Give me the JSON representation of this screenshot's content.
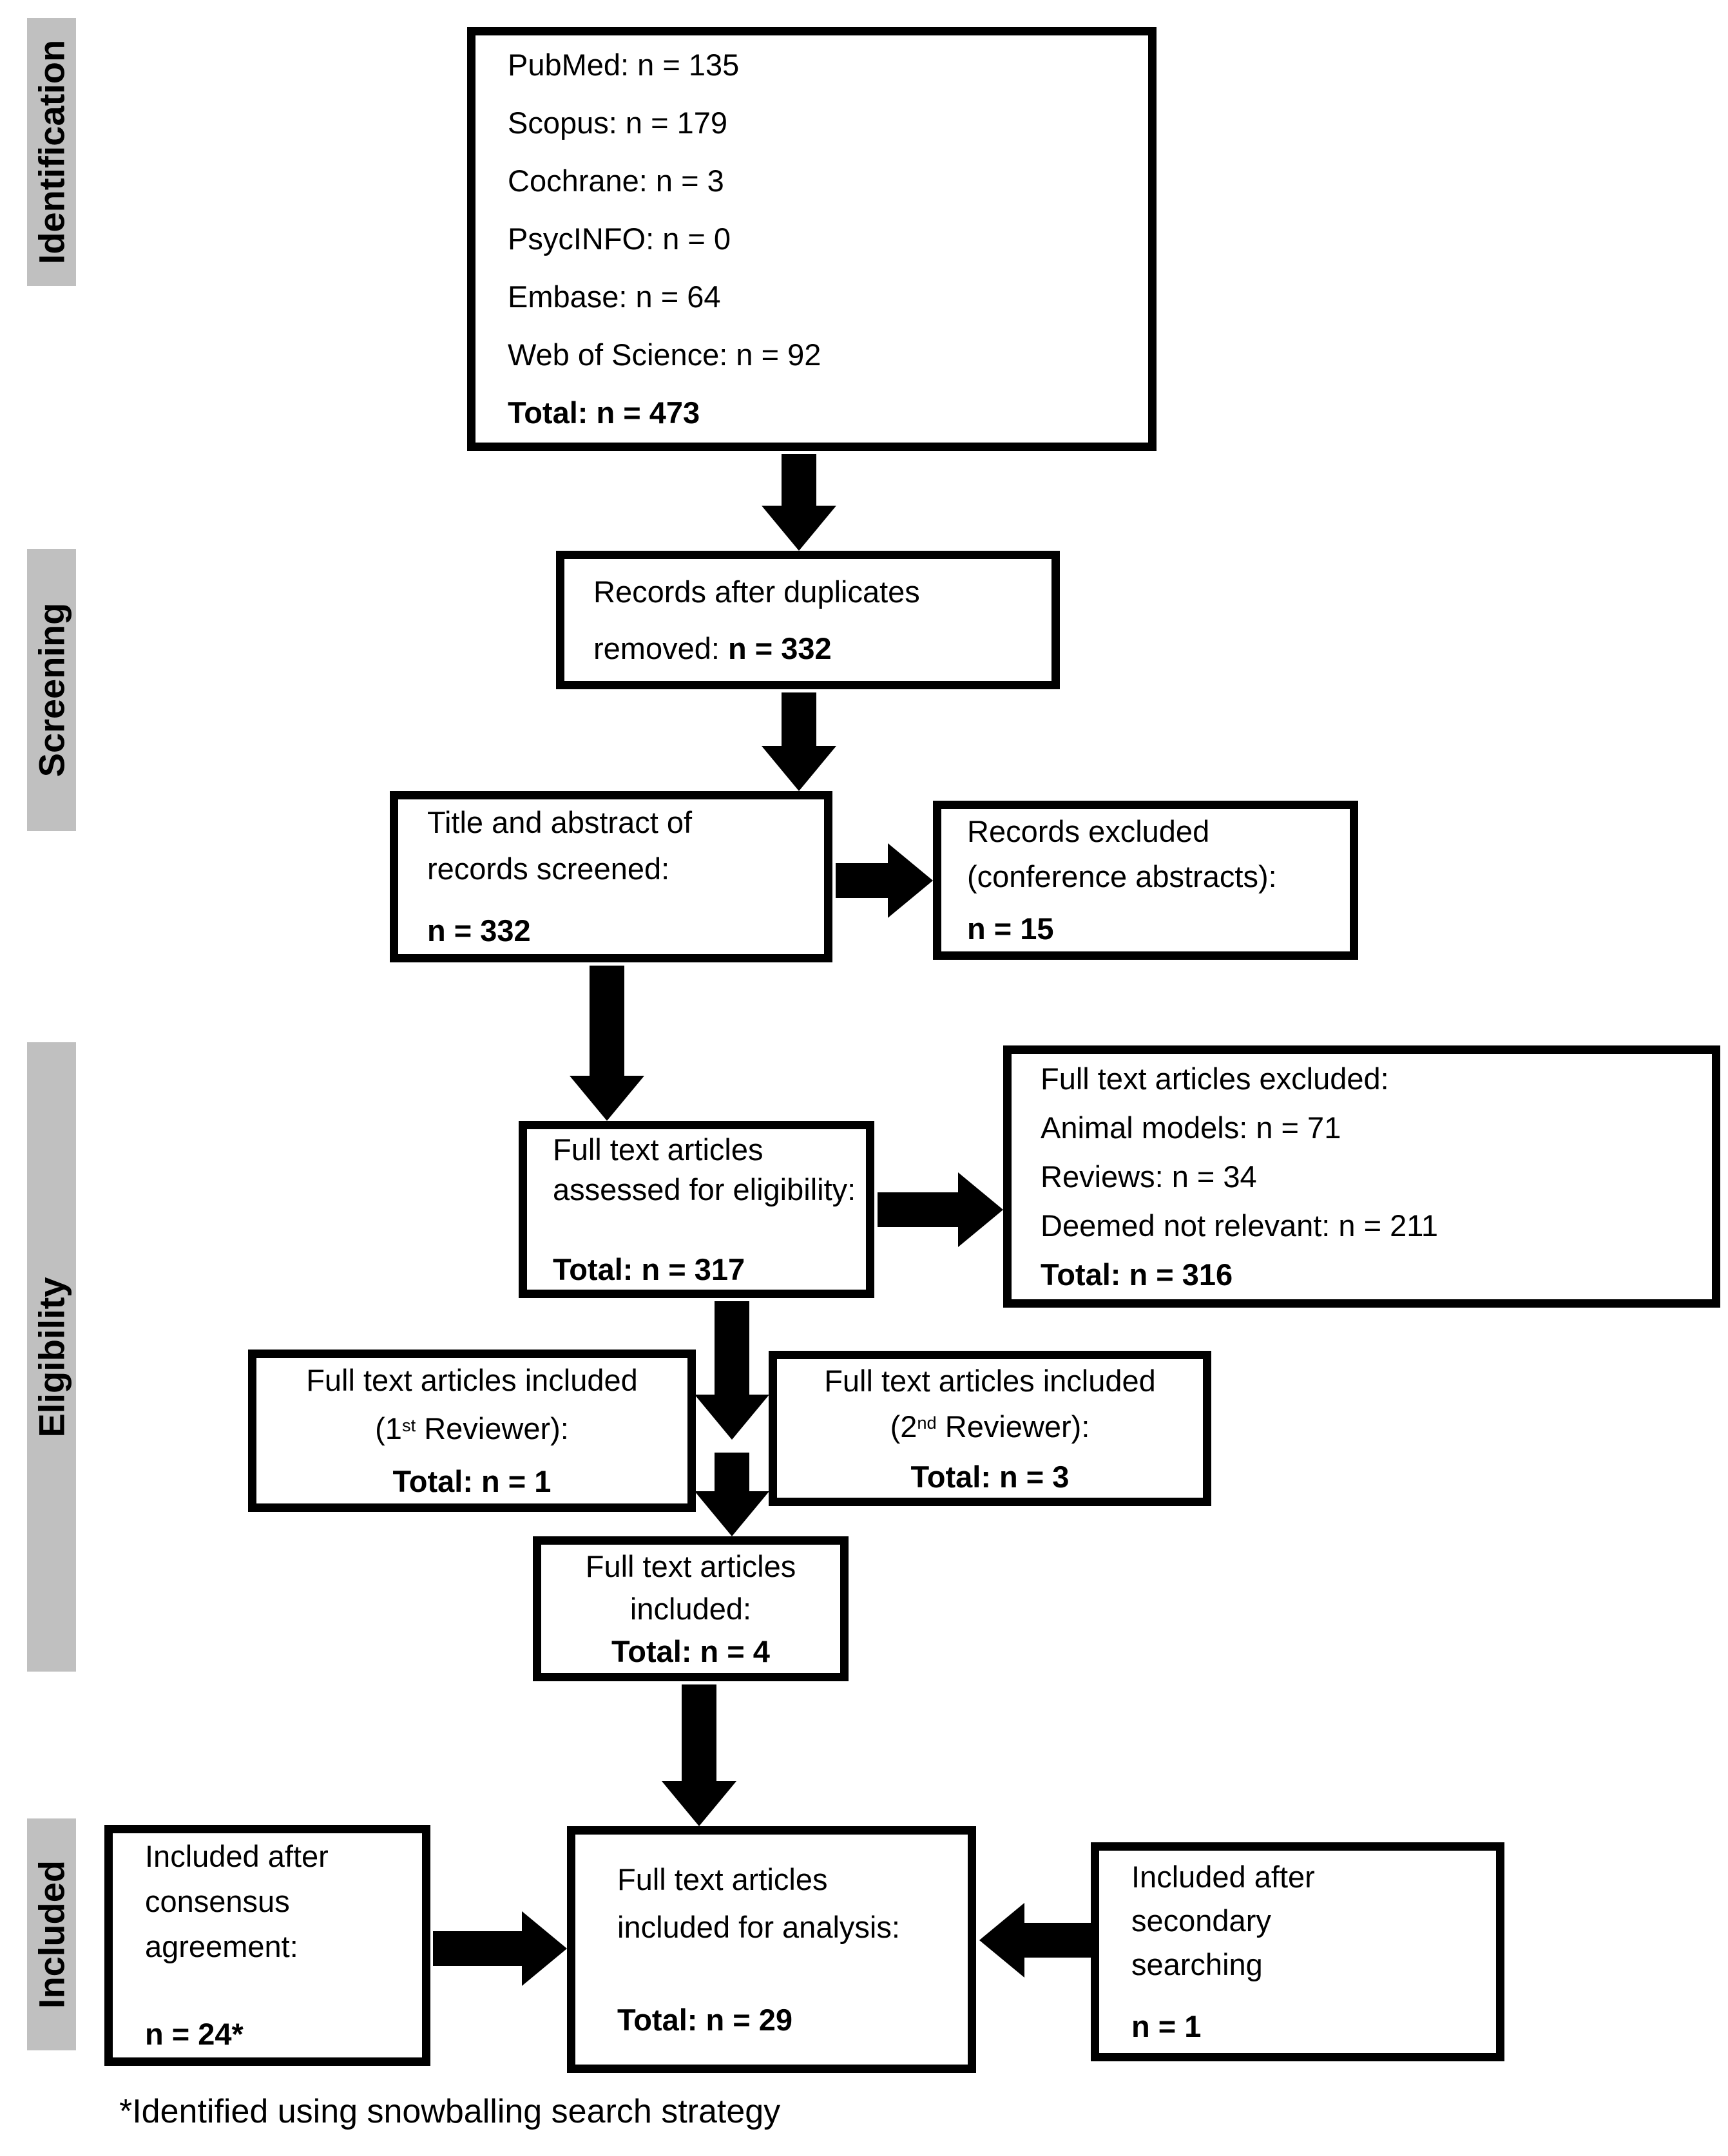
{
  "colors": {
    "background": "#ffffff",
    "phase_bar_bg": "#c0c0c0",
    "box_border": "#000000",
    "text": "#000000",
    "arrow": "#000000"
  },
  "sidebar": {
    "items": [
      {
        "label": "Identification"
      },
      {
        "label": "Screening"
      },
      {
        "label": "Eligibility"
      },
      {
        "label": "Included"
      }
    ]
  },
  "boxes": {
    "sources": {
      "lines": [
        "PubMed: n = 135",
        "Scopus: n = 179",
        "Cochrane: n = 3",
        "PsycINFO: n = 0",
        "Embase: n = 64",
        "Web of Science: n = 92"
      ],
      "total_bold": "Total: n = 473"
    },
    "duplicates": {
      "line1": "Records after duplicates",
      "line2_prefix": "removed: ",
      "line2_bold": "n = 332"
    },
    "screened": {
      "line1": "Title and abstract of",
      "line2": "records screened:",
      "total_bold": "n = 332"
    },
    "excluded_records": {
      "line1": "Records excluded",
      "line2": "(conference abstracts):",
      "total_bold": "n = 15"
    },
    "assessed": {
      "line1": "Full text articles",
      "line2": "assessed for eligibility:",
      "total_bold": "Total: n = 317"
    },
    "excluded_fulltext": {
      "line1": "Full text articles excluded:",
      "line2": "Animal models: n = 71",
      "line3": "Reviews: n = 34",
      "line4": "Deemed not relevant: n = 211",
      "total_bold": "Total: n = 316"
    },
    "reviewer1": {
      "line1": "Full text articles included",
      "line2_pre": "(1",
      "line2_sup": "st",
      "line2_post": " Reviewer):",
      "total_bold": "Total: n = 1"
    },
    "reviewer2": {
      "line1": "Full text articles included",
      "line2_pre": "(2",
      "line2_sup": "nd",
      "line2_post": " Reviewer):",
      "total_bold": "Total: n = 3"
    },
    "included_fulltext": {
      "line1": "Full text articles",
      "line2": "included:",
      "total_bold": "Total: n = 4"
    },
    "consensus": {
      "line1": "Included after",
      "line2": "consensus",
      "line3": "agreement:",
      "total_bold": "n = 24*"
    },
    "analysis": {
      "line1": "Full text articles",
      "line2": "included for analysis:",
      "total_bold": "Total: n = 29"
    },
    "secondary": {
      "line1": "Included after",
      "line2": "secondary",
      "line3": "searching",
      "total_bold": "n = 1"
    }
  },
  "footnote": "*Identified using snowballing search strategy"
}
